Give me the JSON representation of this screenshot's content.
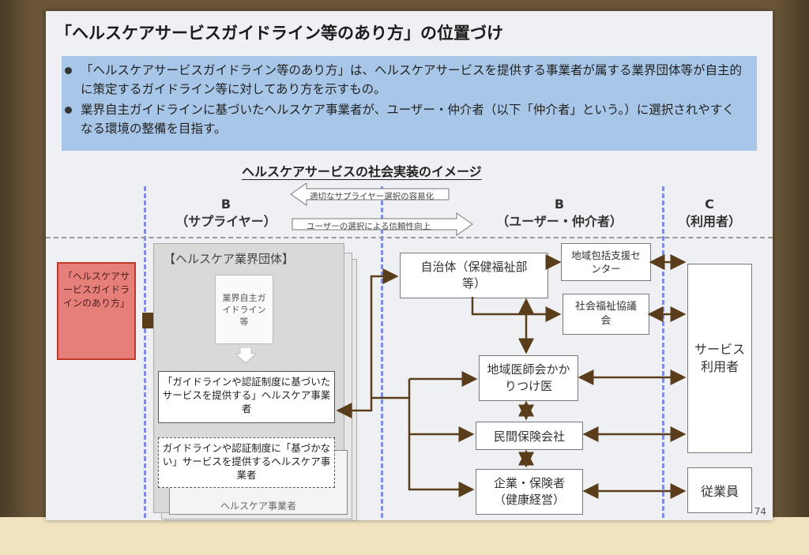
{
  "slide": {
    "title": "「ヘルスケアサービスガイドライン等のあり方」の位置づけ",
    "bullets": [
      "「ヘルスケアサービスガイドライン等のあり方」は、ヘルスケアサービスを提供する事業者が属する業界団体等が自主的に策定するガイドライン等に対してあり方を示すもの。",
      "業界自主ガイドラインに基づいたヘルスケア事業者が、ユーザー・仲介者（以下「仲介者」という。）に選択されやすくなる環境の整備を目指す。"
    ],
    "subtitle": "ヘルスケアサービスの社会実装のイメージ",
    "page_number": "74"
  },
  "columns": {
    "supplier_letter": "B",
    "supplier_label": "（サプライヤー）",
    "user_letter": "B",
    "user_label": "（ユーザー・仲介者）",
    "consumer_letter": "C",
    "consumer_label": "（利用者）"
  },
  "arrows": {
    "left_label": "適切なサプライヤー選択の容易化",
    "right_label": "ユーザーの選択による信頼性向上"
  },
  "supplier": {
    "red_note": "「ヘルスケアサービスガイドラインのあり方」",
    "industry_title": "【ヘルスケア業界団体】",
    "guideline_doc": "業界自主ガイドライン等",
    "provider_with": "「ガイドラインや認証制度に基づいたサービスを提供する」ヘルスケア事業者",
    "provider_without": "ガイドラインや認証制度に「基づかない」サービスを提供するヘルスケア事業者",
    "hidden_stack_text": "ヘルスケア事業者"
  },
  "intermediaries": {
    "municipality": "自治体（保健福祉部等）",
    "community_center": "地域包括支援センター",
    "welfare_council": "社会福祉協議会",
    "medical_assoc": "地域医師会かかりつけ医",
    "private_insurer": "民間保険会社",
    "company": "企業・保険者（健康経営）"
  },
  "consumers": {
    "service_users": "サービス利用者",
    "employees": "従業員"
  }
}
